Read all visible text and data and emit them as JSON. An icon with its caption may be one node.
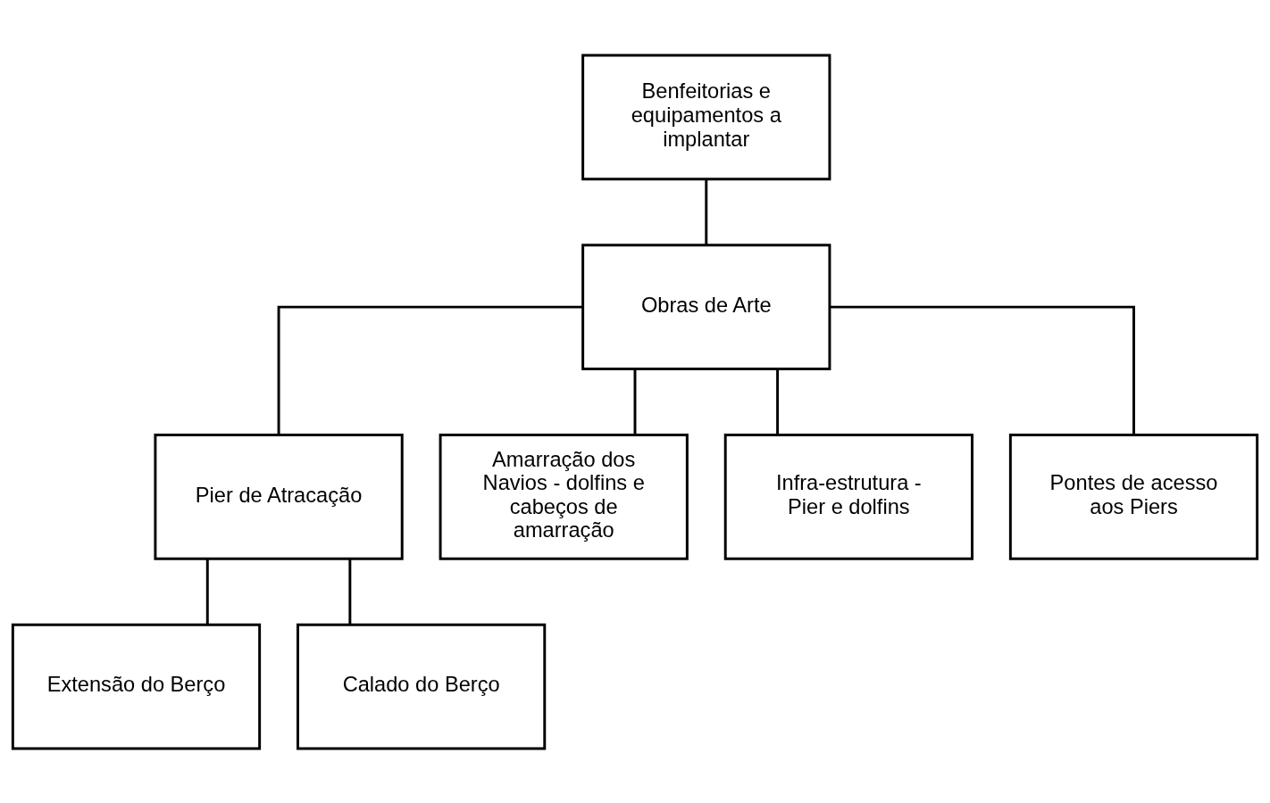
{
  "diagram": {
    "nodes": [
      {
        "text": [
          "Benfeitorias e equipamentos a implantar"
        ]
      },
      {
        "text": [
          "Obras de Arte"
        ]
      },
      {
        "text": [
          "Pier de Atracação"
        ]
      },
      {
        "text": [
          "Amarração dos Navios - dolfins e cabeços de amarração"
        ]
      },
      {
        "text": [
          "Infra-estrutura - Pier e dolfins"
        ]
      },
      {
        "text": [
          "Pontes de acesso aos Piers"
        ]
      },
      {
        "text": [
          "Extensão do Berço"
        ]
      },
      {
        "text": [
          "Calado do Berço"
        ]
      }
    ],
    "edges": [
      {
        "from": 0,
        "to": 1,
        "arrow": "none"
      },
      {
        "from": 1,
        "to": 2,
        "arrow": "none"
      },
      {
        "from": 1,
        "to": 3,
        "arrow": "none"
      },
      {
        "from": 1,
        "to": 4,
        "arrow": "none"
      },
      {
        "from": 1,
        "to": 5,
        "arrow": "none"
      },
      {
        "from": 2,
        "to": 6,
        "arrow": "none"
      },
      {
        "from": 2,
        "to": 7,
        "arrow": "none"
      }
    ]
  }
}
